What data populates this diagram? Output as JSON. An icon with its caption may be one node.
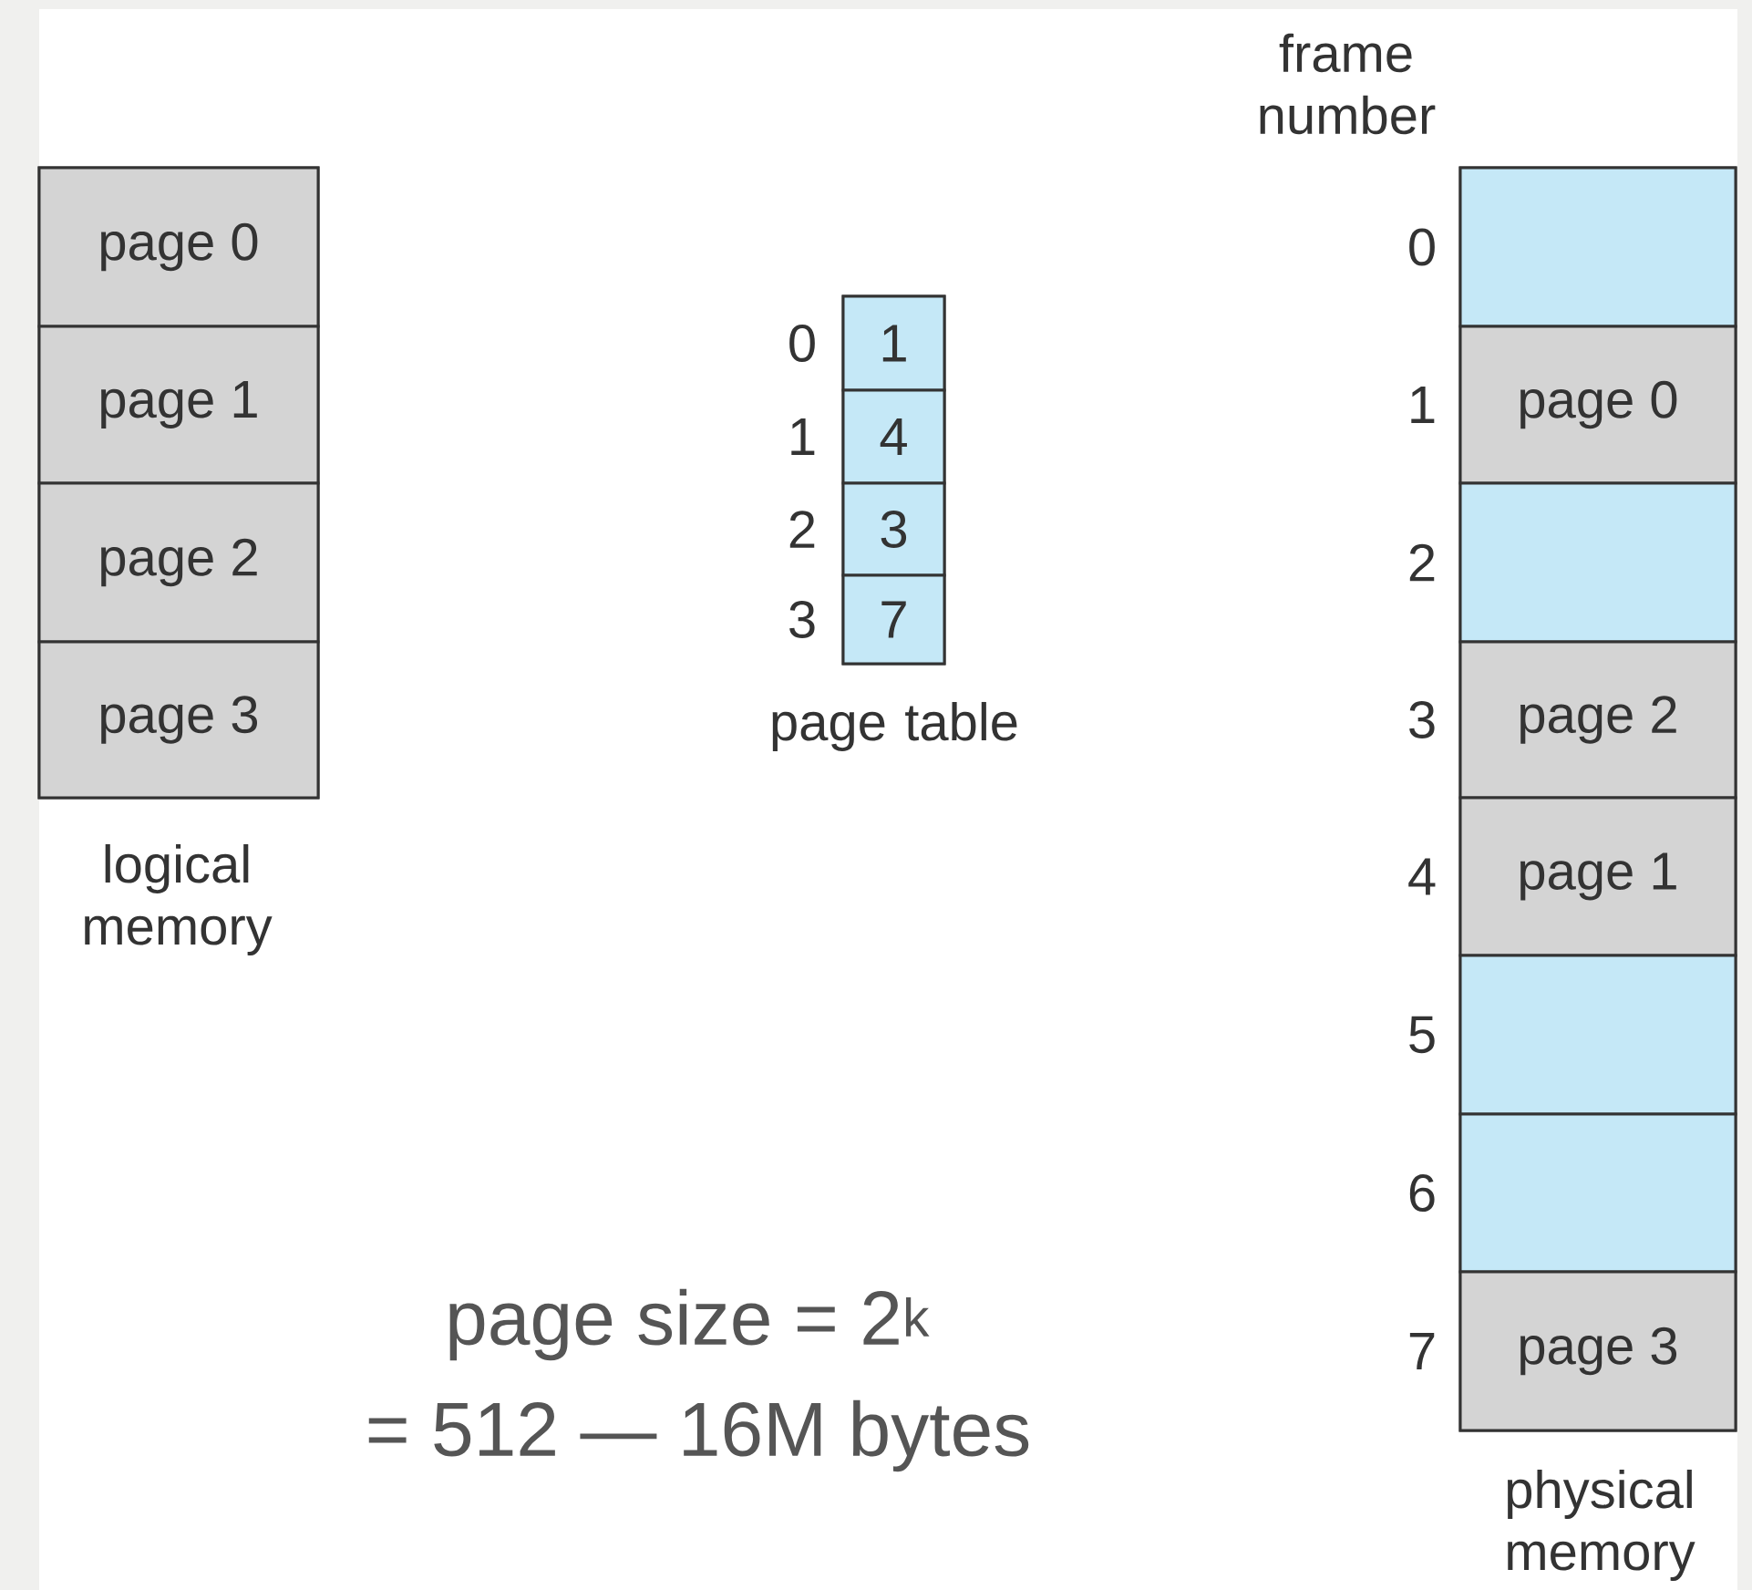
{
  "diagram": {
    "nodes": [
      {
        "text": [
          "logical memory"
        ]
      },
      {
        "text": [
          "page 0"
        ],
        "in": 0
      },
      {
        "text": [
          "page 1"
        ],
        "in": 0
      },
      {
        "text": [
          "page 2"
        ],
        "in": 0
      },
      {
        "text": [
          "page 3"
        ],
        "in": 0
      },
      {
        "text": [
          "page table"
        ]
      },
      {
        "text": [
          "1"
        ],
        "in": 5,
        "beside": [
          "0"
        ]
      },
      {
        "text": [
          "4"
        ],
        "in": 5,
        "beside": [
          "1"
        ]
      },
      {
        "text": [
          "3"
        ],
        "in": 5,
        "beside": [
          "2"
        ]
      },
      {
        "text": [
          "7"
        ],
        "in": 5,
        "beside": [
          "3"
        ]
      },
      {
        "text": [
          "physical memory"
        ]
      },
      {
        "text": [],
        "shape": "box",
        "in": 10,
        "beside": [
          "0"
        ]
      },
      {
        "text": [
          "page 0"
        ],
        "in": 10,
        "beside": [
          "1"
        ]
      },
      {
        "text": [],
        "shape": "box",
        "in": 10,
        "beside": [
          "2"
        ]
      },
      {
        "text": [
          "page 2"
        ],
        "in": 10,
        "beside": [
          "3"
        ]
      },
      {
        "text": [
          "page 1"
        ],
        "in": 10,
        "beside": [
          "4"
        ]
      },
      {
        "text": [],
        "shape": "box",
        "in": 10,
        "beside": [
          "5"
        ]
      },
      {
        "text": [],
        "shape": "box",
        "in": 10,
        "beside": [
          "6"
        ]
      },
      {
        "text": [
          "page 3"
        ],
        "in": 10,
        "beside": [
          "7"
        ]
      }
    ],
    "edges": [],
    "labels": [
      "frame number",
      "page size = 2$^{k}$",
      "= 512 — 16M bytes"
    ]
  }
}
